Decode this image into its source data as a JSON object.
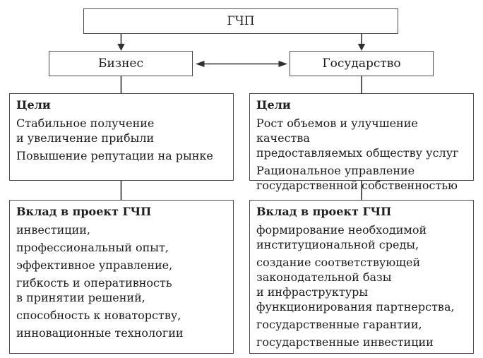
{
  "palette": {
    "background": "#ffffff",
    "box_border": "#4a4a4a",
    "connector": "#303030",
    "text": "#1e1e1e"
  },
  "nodes": {
    "root": {
      "label": "ГЧП"
    },
    "business": {
      "label": "Бизнес"
    },
    "state": {
      "label": "Государство"
    }
  },
  "panels": {
    "business_goals": {
      "title": "Цели",
      "items": [
        "Стабильное получение\nи увеличение прибыли",
        "Повышение репутации на рынке"
      ]
    },
    "state_goals": {
      "title": "Цели",
      "items": [
        "Рост объемов и улучшение качества\nпредоставляемых обществу услуг",
        "Рациональное управление\nгосударственной собственностью"
      ]
    },
    "business_contribution": {
      "title": "Вклад в проект ГЧП",
      "items": [
        "инвестиции,",
        "профессиональный опыт,",
        "эффективное управление,",
        "гибкость и оперативность\nв принятии решений,",
        "способность к новаторству,",
        "инновационные технологии"
      ]
    },
    "state_contribution": {
      "title": "Вклад в проект ГЧП",
      "items": [
        "формирование необходимой\nинституциональной среды,",
        "создание соответствующей\nзаконодательной базы\nи инфраструктуры\nфункционирования партнерства,",
        "государственные гарантии,",
        "государственные инвестиции"
      ]
    }
  }
}
